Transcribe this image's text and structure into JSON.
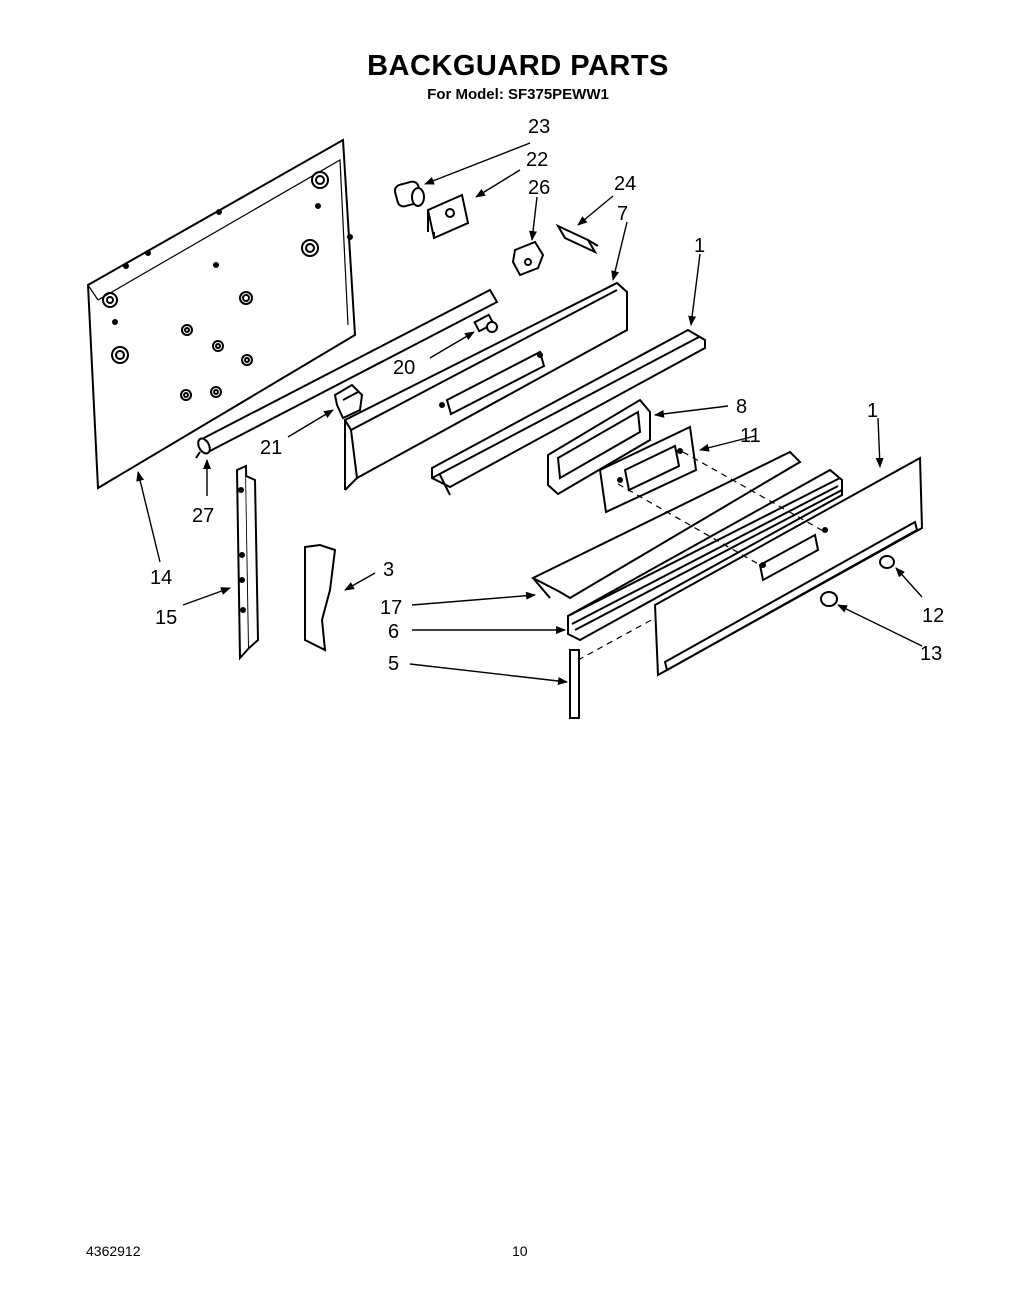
{
  "header": {
    "title": "BACKGUARD PARTS",
    "model_line": "For Model: SF375PEWW1"
  },
  "callouts": {
    "c1a": "1",
    "c1b": "1",
    "c3": "3",
    "c5": "5",
    "c6": "6",
    "c7": "7",
    "c8": "8",
    "c11": "11",
    "c12": "12",
    "c13": "13",
    "c14": "14",
    "c15": "15",
    "c17": "17",
    "c20": "20",
    "c21": "21",
    "c22": "22",
    "c23": "23",
    "c24": "24",
    "c26": "26",
    "c27": "27"
  },
  "footer": {
    "doc_number": "4362912",
    "page_number": "10"
  }
}
